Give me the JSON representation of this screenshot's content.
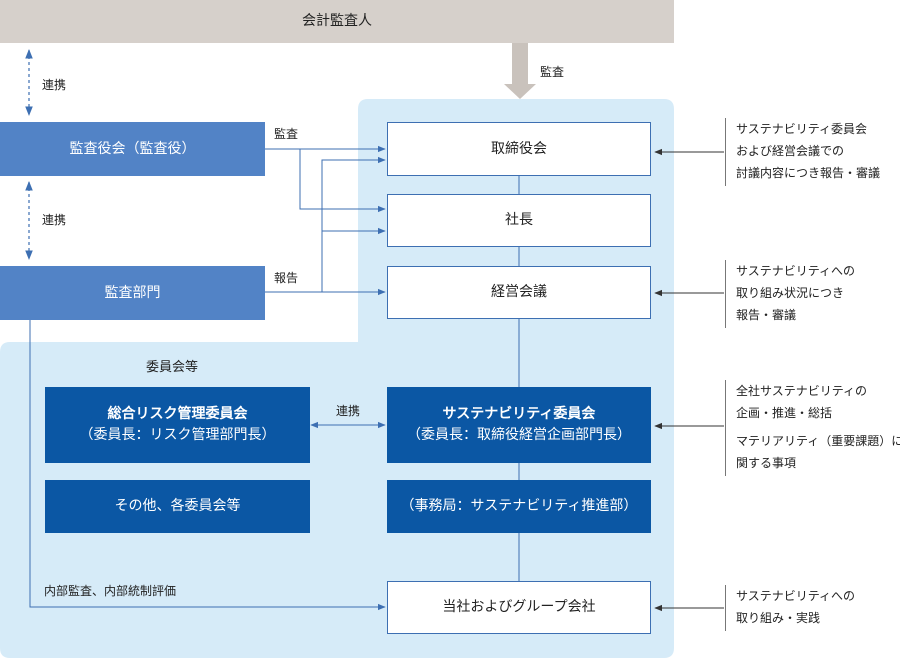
{
  "top_bar": {
    "title": "会計監査人"
  },
  "labels": {
    "kansa_top": "監査",
    "renkei_1": "連携",
    "renkei_2": "連携",
    "kansa_mid": "監査",
    "houkoku": "報告",
    "committee_group": "委員会等",
    "renkei_committee": "連携",
    "internal_audit": "内部監査、内部統制評価"
  },
  "left": {
    "board_auditors": "監査役会（監査役）",
    "audit_dept": "監査部門"
  },
  "chain": {
    "board": "取締役会",
    "president": "社長",
    "mgmt_meeting": "経営会議",
    "group": "当社およびグループ会社"
  },
  "committees": {
    "risk_title": "総合リスク管理委員会",
    "risk_sub": "（委員長：リスク管理部門長）",
    "others": "その他、各委員会等",
    "sustain_title": "サステナビリティ委員会",
    "sustain_sub": "（委員長：取締役経営企画部門長）",
    "secretariat": "（事務局：サステナビリティ推進部）"
  },
  "notes": {
    "board": [
      "サステナビリティ委員会",
      "および経営会議での",
      "討議内容につき報告・審議"
    ],
    "mgmt": [
      "サステナビリティへの",
      "取り組み状況につき",
      "報告・審議"
    ],
    "sustain": [
      "全社サステナビリティの",
      "企画・推進・総括",
      "マテリアリティ（重要課題）に",
      "関する事項"
    ],
    "group": [
      "サステナビリティへの",
      "取り組み・実践"
    ]
  },
  "colors": {
    "top_bar": "#d6d0cb",
    "light_panel": "#d6ebf8",
    "mid_blue": "#5283c6",
    "dark_blue": "#0b57a4",
    "line_blue": "#3d6fb2"
  }
}
